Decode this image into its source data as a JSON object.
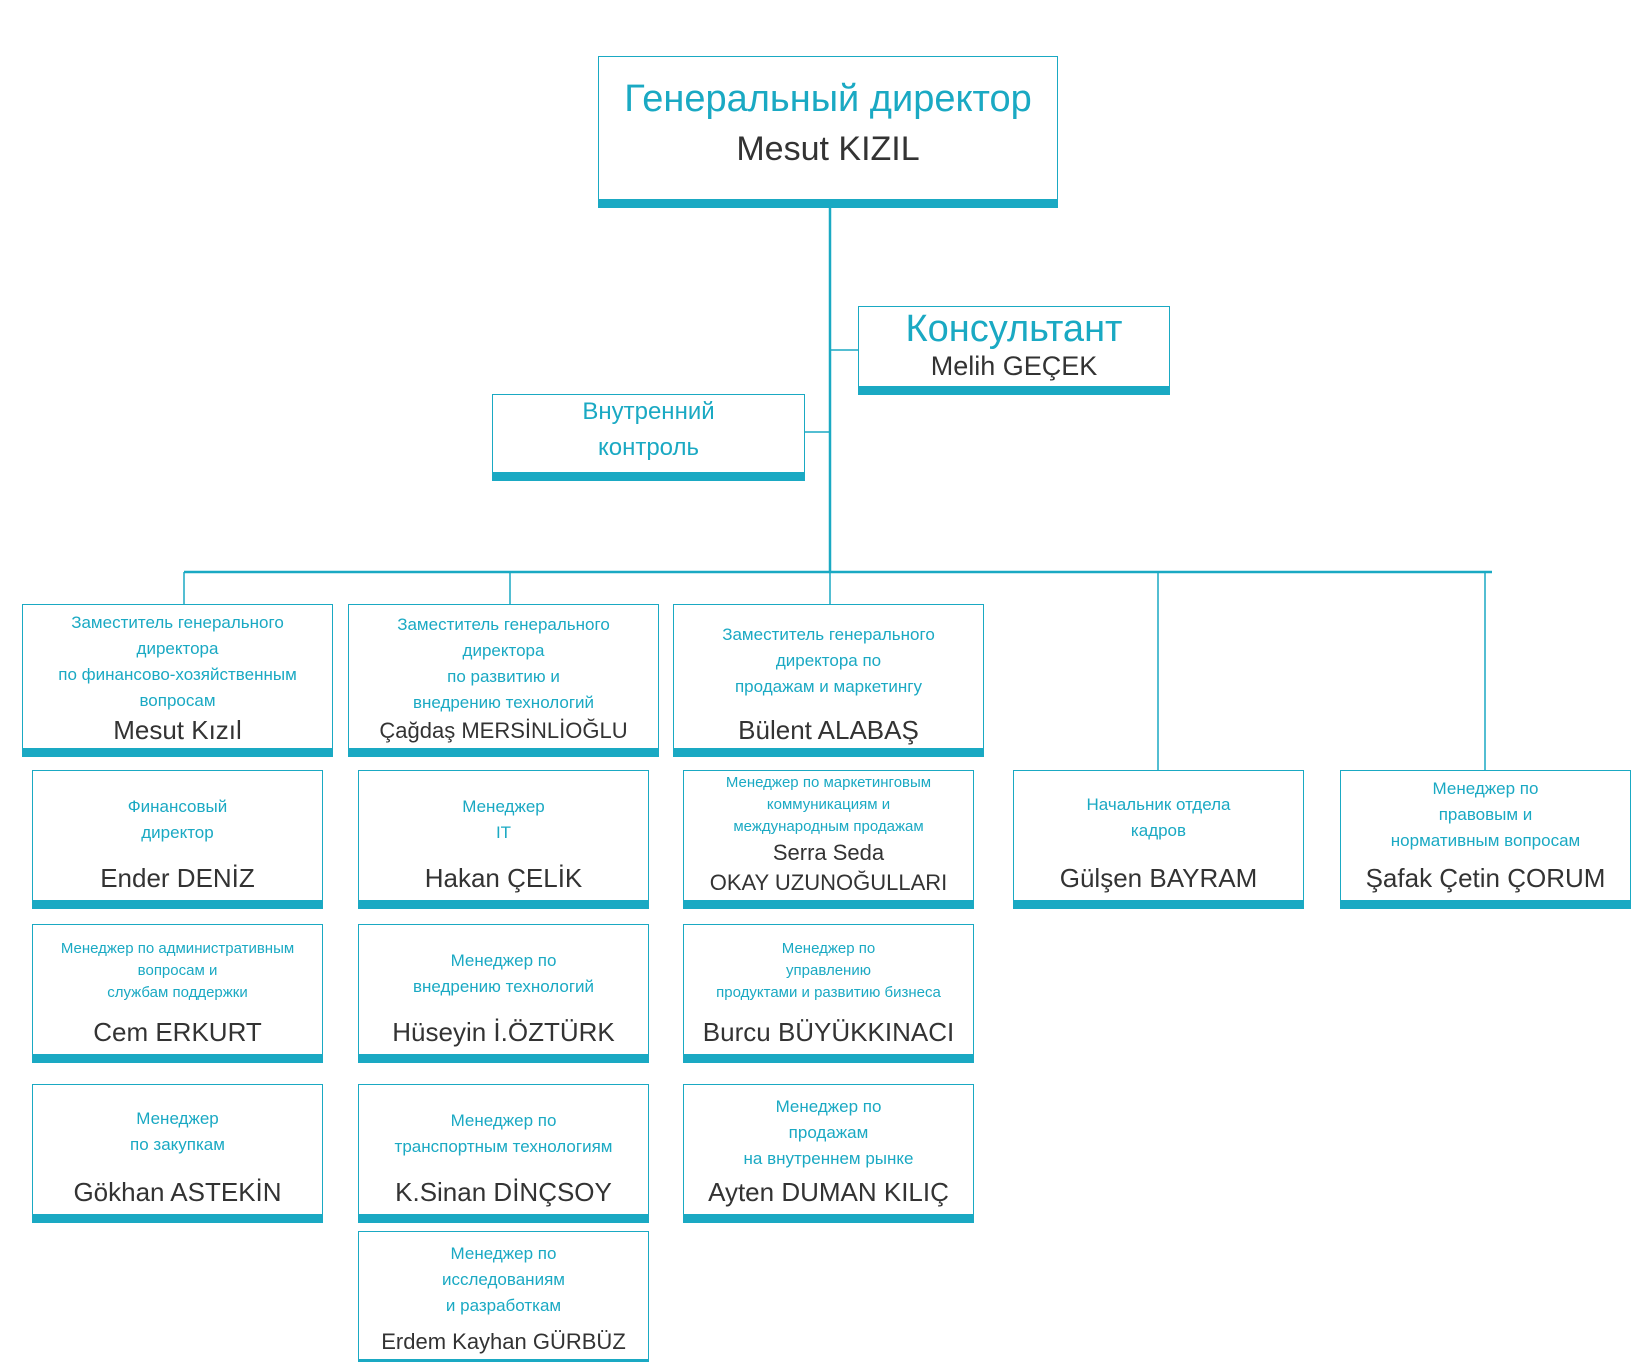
{
  "colors": {
    "accent": "#1aa9c3",
    "name_text": "#333333",
    "background": "#ffffff"
  },
  "ceo": {
    "title": "Генеральный директор",
    "name": "Mesut KIZIL"
  },
  "consultant": {
    "title": "Консультант",
    "name": "Melih GEÇEK"
  },
  "internal_control": {
    "title": "Внутренний\nконтроль"
  },
  "deputies": [
    {
      "title": "Заместитель генерального\nдиректора\nпо финансово-хозяйственным\nвопросам",
      "name": "Mesut Kızıl"
    },
    {
      "title": "Заместитель генерального\nдиректора\nпо развитию и\nвнедрению технологий",
      "name": "Çağdaş MERSİNLİOĞLU"
    },
    {
      "title": "Заместитель генерального\nдиректора по\nпродажам и маркетингу",
      "name": "Bülent ALABAŞ"
    }
  ],
  "finance_column": [
    {
      "title": "Финансовый\nдиректор",
      "name": "Ender DENİZ"
    },
    {
      "title": "Менеджер по административным\nвопросам и\nслужбам поддержки",
      "name": "Cem ERKURT"
    },
    {
      "title": "Менеджер\nпо закупкам",
      "name": "Gökhan ASTEKİN"
    }
  ],
  "technology_column": [
    {
      "title": "Менеджер\nIT",
      "name": "Hakan ÇELİK"
    },
    {
      "title": "Менеджер по\nвнедрению технологий",
      "name": "Hüseyin İ.ÖZTÜRK"
    },
    {
      "title": "Менеджер по\nтранспортным технологиям",
      "name": "K.Sinan DİNÇSOY"
    },
    {
      "title": "Менеджер по\nисследованиям\nи разработкам",
      "name": "Erdem Kayhan GÜRBÜZ"
    }
  ],
  "sales_column": [
    {
      "title": "Менеджер по маркетинговым\nкоммуникациям и\nмеждународным продажам",
      "name": "Serra Seda\nOKAY UZUNOĞULLARI"
    },
    {
      "title": "Менеджер по\nуправлению\nпродуктами и развитию бизнеса",
      "name": "Burcu BÜYÜKKINACI"
    },
    {
      "title": "Менеджер по\nпродажам\nна внутреннем рынке",
      "name": "Ayten DUMAN KILIÇ"
    }
  ],
  "hr_head": {
    "title": "Начальник отдела\nкадров",
    "name": "Gülşen BAYRAM"
  },
  "legal_manager": {
    "title": "Менеджер по\nправовым и\nнормативным вопросам",
    "name": "Şafak Çetin ÇORUM"
  }
}
